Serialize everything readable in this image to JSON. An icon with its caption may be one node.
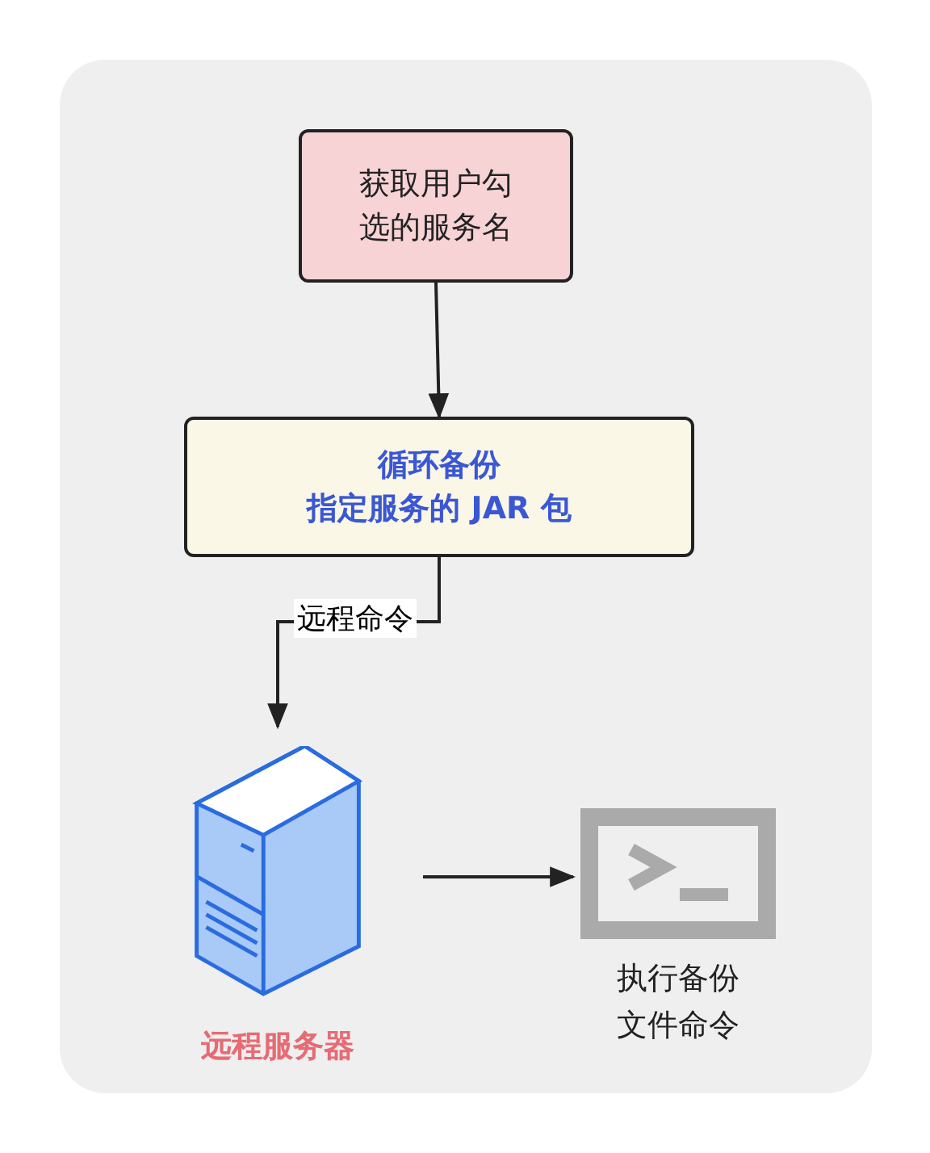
{
  "diagram": {
    "nodes": [
      {
        "text": [
          "获取用户勾选的服务名"
        ]
      },
      {
        "text": [
          "循环备份",
          "指定服务的 JAR 包"
        ]
      },
      {
        "text": [
          "远程服务器"
        ]
      },
      {
        "text": [
          "执行备份文件命令"
        ]
      }
    ],
    "edges": [
      {
        "from": 0,
        "to": 1,
        "arrow": "to"
      },
      {
        "from": 1,
        "to": 2,
        "arrow": "to",
        "label": "远程命令"
      },
      {
        "from": 2,
        "to": 3,
        "arrow": "to"
      }
    ]
  }
}
